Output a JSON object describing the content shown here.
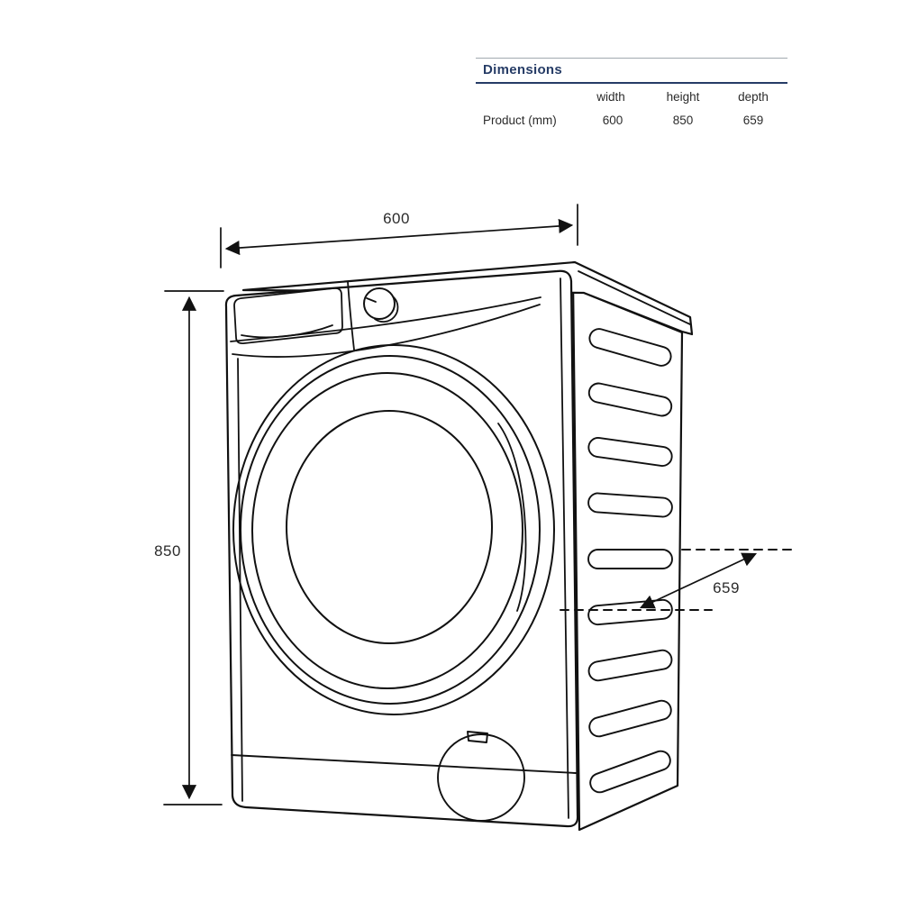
{
  "table": {
    "title": "Dimensions",
    "columns": [
      "width",
      "height",
      "depth"
    ],
    "rows": [
      {
        "label": "Product (mm)",
        "values": [
          "600",
          "850",
          "659"
        ]
      }
    ]
  },
  "diagram": {
    "width_label": "600",
    "height_label": "850",
    "depth_label": "659"
  },
  "colors": {
    "navy": "#263c66",
    "line": "#111111",
    "gray_rule": "#a2a9b0",
    "text": "#2b2b2b"
  }
}
